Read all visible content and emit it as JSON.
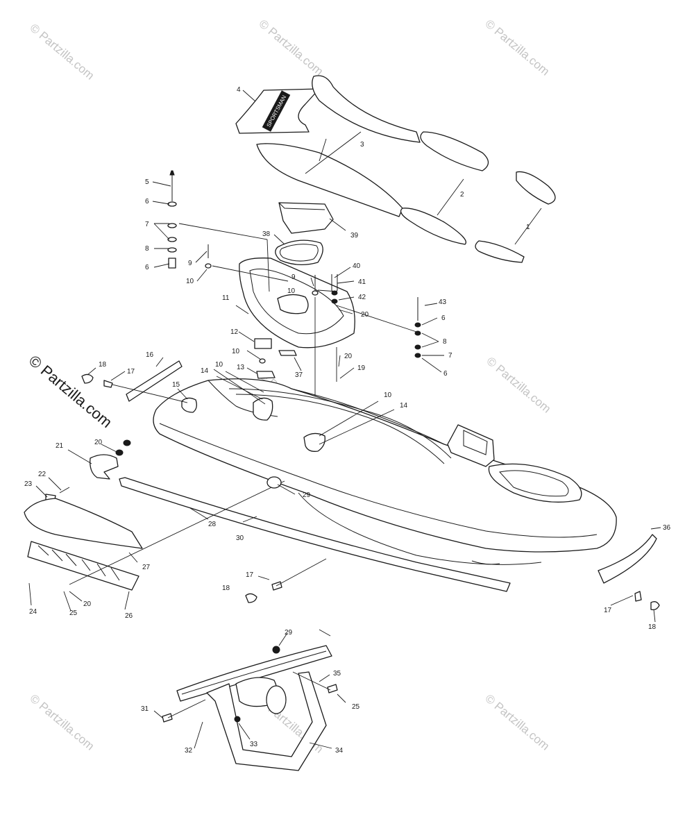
{
  "watermark": {
    "text": "© Partzilla.com",
    "color": "#c4c4c4",
    "prominent_color": "#1a1a1a"
  },
  "brand_logo_text": "SPORTSMAN",
  "callouts": [
    "1",
    "2",
    "3",
    "4",
    "5",
    "6",
    "7",
    "8",
    "9",
    "10",
    "11",
    "12",
    "13",
    "14",
    "15",
    "16",
    "17",
    "18",
    "19",
    "20",
    "21",
    "22",
    "23",
    "24",
    "25",
    "26",
    "27",
    "28",
    "29",
    "30",
    "31",
    "32",
    "33",
    "34",
    "35",
    "36",
    "37",
    "38",
    "39",
    "40",
    "41",
    "42",
    "43"
  ]
}
